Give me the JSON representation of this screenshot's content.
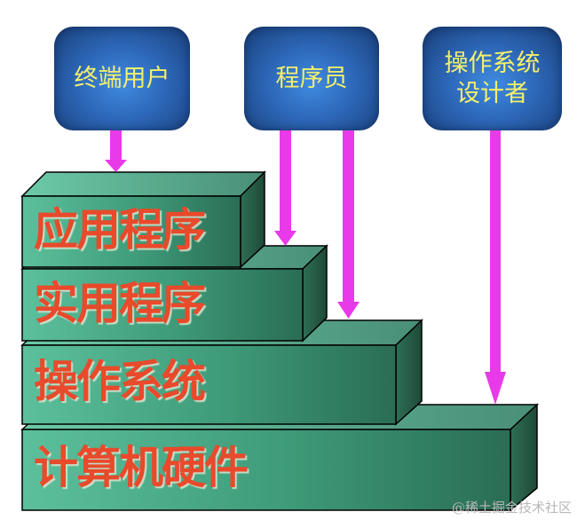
{
  "roles": [
    {
      "lines": [
        "终端用户"
      ]
    },
    {
      "lines": [
        "程序员"
      ]
    },
    {
      "lines": [
        "操作系统",
        "设计者"
      ]
    }
  ],
  "layers": [
    {
      "label": "应用程序"
    },
    {
      "label": "实用程序"
    },
    {
      "label": "操作系统"
    },
    {
      "label": "计算机硬件"
    }
  ],
  "colors": {
    "role_box": "#2d67b8",
    "role_text": "#f4f06a",
    "layer_front": "#4aa486",
    "layer_top": "#5fb196",
    "layer_side": "#245a44",
    "layer_text": "#e84a2b",
    "arrow": "#e93ae9"
  },
  "arrows": [
    {
      "from": "终端用户",
      "to": "应用程序"
    },
    {
      "from": "程序员",
      "to": "应用程序"
    },
    {
      "from": "程序员",
      "to": "实用程序"
    },
    {
      "from": "操作系统设计者",
      "to": "操作系统"
    }
  ],
  "watermark": "@稀土掘金技术社区"
}
